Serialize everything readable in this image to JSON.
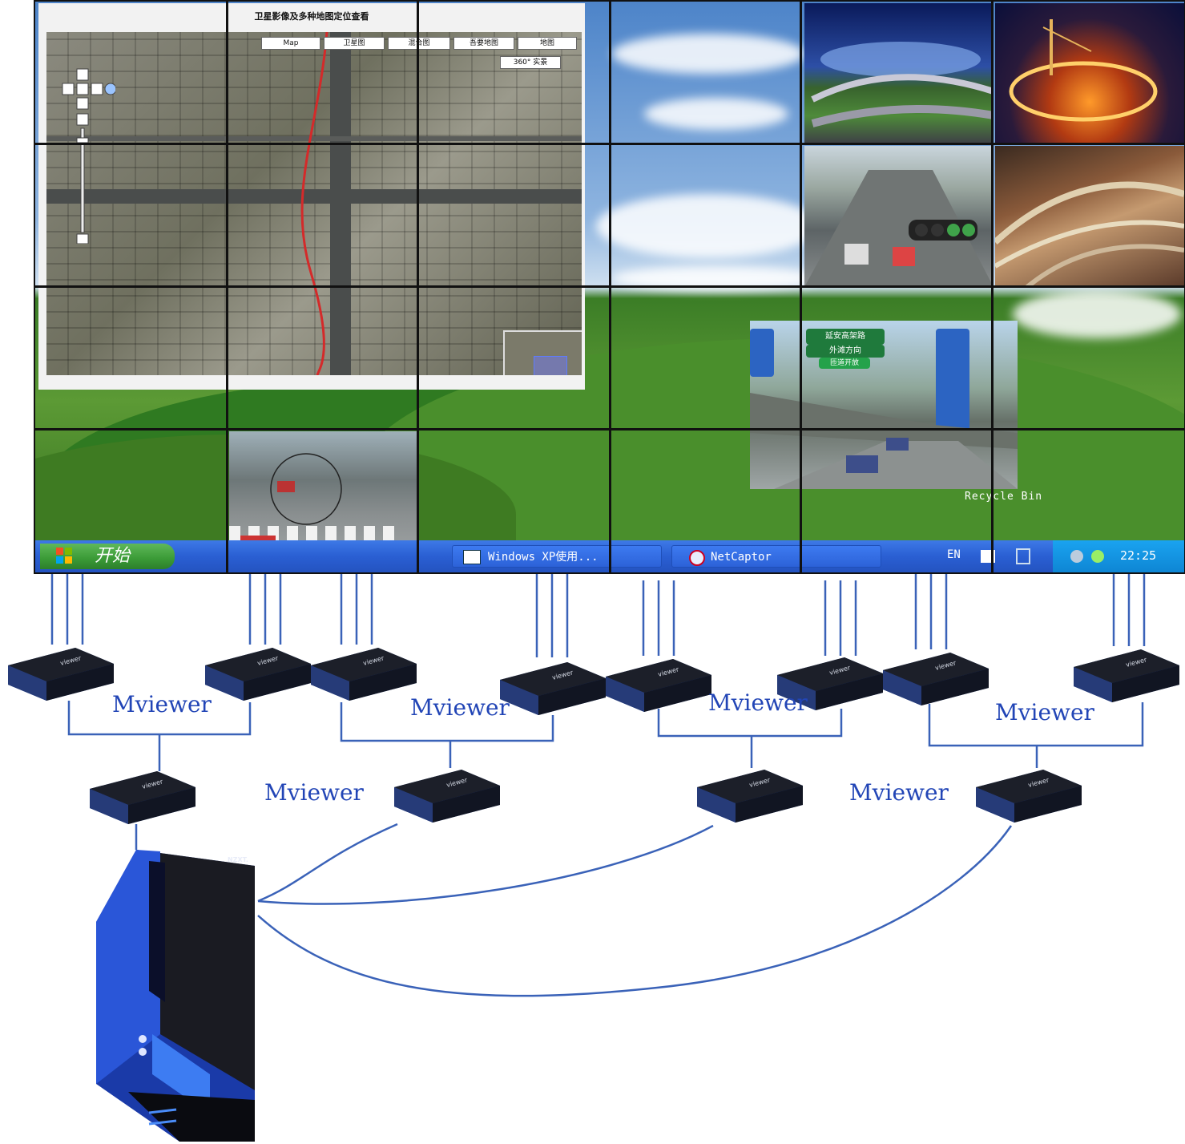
{
  "map_window": {
    "title": "卫星影像及多种地图定位查看",
    "buttons": [
      "Map",
      "卫星图",
      "混合图",
      "吾要地图",
      "地图"
    ],
    "view360": "360° 实景"
  },
  "taskbar": {
    "start_label": "开始",
    "items": [
      "Windows XP使用...",
      "NetCaptor"
    ],
    "language": "EN",
    "clock": "22:25"
  },
  "desktop": {
    "recycle_bin": "Recycle Bin"
  },
  "video_panels": {
    "elevated_road_sign": "延安高架路",
    "elevated_road_sub": "外滩方向",
    "elevated_road_status": "匝道开放"
  },
  "labels": {
    "mviewer_1": "Mviewer",
    "mviewer_2": "Mviewer",
    "mviewer_3": "Mviewer",
    "mviewer_4": "Mviewer",
    "mviewer_5": "Mviewer",
    "mviewer_6": "Mviewer"
  },
  "pc": {
    "brand": "NZXT."
  },
  "colors": {
    "connection_line": "#3a62b8",
    "label": "#2245b6",
    "device_body": "#1a1e2a",
    "device_accent": "#1f3f8f"
  }
}
